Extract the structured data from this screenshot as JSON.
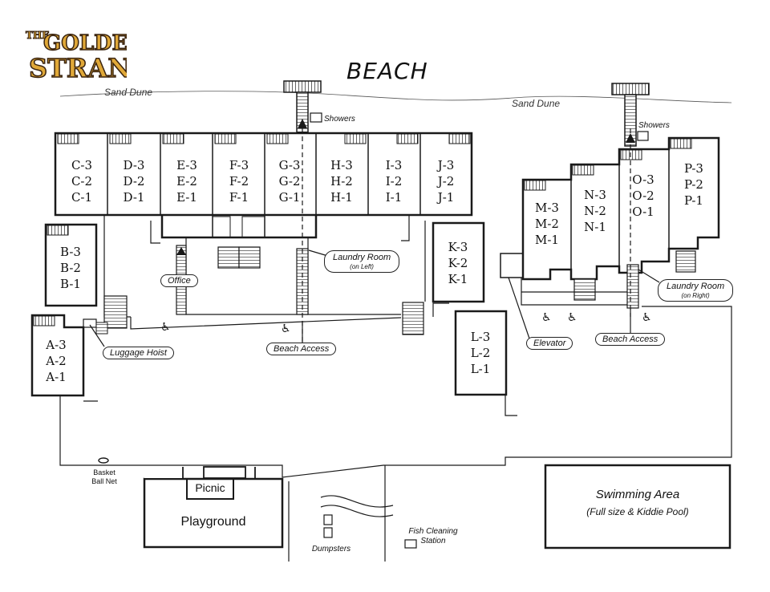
{
  "logo": {
    "line1": "THE",
    "line2": "GOLDEN",
    "line3": "STRAND"
  },
  "map_title": "BEACH",
  "sand_dune_labels": [
    "Sand Dune",
    "Sand Dune"
  ],
  "showers_labels": [
    "Showers",
    "Showers"
  ],
  "units": [
    {
      "id": "C",
      "lines": [
        "C-3",
        "C-2",
        "C-1"
      ]
    },
    {
      "id": "D",
      "lines": [
        "D-3",
        "D-2",
        "D-1"
      ]
    },
    {
      "id": "E",
      "lines": [
        "E-3",
        "E-2",
        "E-1"
      ]
    },
    {
      "id": "F",
      "lines": [
        "F-3",
        "F-2",
        "F-1"
      ]
    },
    {
      "id": "G",
      "lines": [
        "G-3",
        "G-2",
        "G-1"
      ]
    },
    {
      "id": "H",
      "lines": [
        "H-3",
        "H-2",
        "H-1"
      ]
    },
    {
      "id": "I",
      "lines": [
        "I-3",
        "I-2",
        "I-1"
      ]
    },
    {
      "id": "J",
      "lines": [
        "J-3",
        "J-2",
        "J-1"
      ]
    },
    {
      "id": "B",
      "lines": [
        "B-3",
        "B-2",
        "B-1"
      ]
    },
    {
      "id": "A",
      "lines": [
        "A-3",
        "A-2",
        "A-1"
      ]
    },
    {
      "id": "K",
      "lines": [
        "K-3",
        "K-2",
        "K-1"
      ]
    },
    {
      "id": "L",
      "lines": [
        "L-3",
        "L-2",
        "L-1"
      ]
    },
    {
      "id": "M",
      "lines": [
        "M-3",
        "M-2",
        "M-1"
      ]
    },
    {
      "id": "N",
      "lines": [
        "N-3",
        "N-2",
        "N-1"
      ]
    },
    {
      "id": "O",
      "lines": [
        "O-3",
        "O-2",
        "O-1"
      ]
    },
    {
      "id": "P",
      "lines": [
        "P-3",
        "P-2",
        "P-1"
      ]
    }
  ],
  "callouts": {
    "office": "Office",
    "luggage_hoist": "Luggage Hoist",
    "laundry_left": {
      "title": "Laundry Room",
      "sub": "(on Left)"
    },
    "laundry_right": {
      "title": "Laundry Room",
      "sub": "(on Right)"
    },
    "beach_access_left": "Beach Access",
    "beach_access_right": "Beach Access",
    "elevator": "Elevator"
  },
  "amenities": {
    "basketball": {
      "line1": "Basket",
      "line2": "Ball Net"
    },
    "picnic": "Picnic",
    "playground": "Playground",
    "dumpsters": "Dumpsters",
    "fish_cleaning": {
      "line1": "Fish Cleaning",
      "line2": "Station"
    },
    "swimming": {
      "title": "Swimming Area",
      "sub": "(Full size & Kiddie Pool)"
    }
  },
  "icons": [
    "accessible-icon",
    "stairs-icon",
    "arrow-up-icon",
    "basketball-hoop-icon"
  ],
  "colors": {
    "logo_gold": "#e0a838",
    "logo_dark": "#3a2410",
    "line": "#1a1a1a"
  }
}
